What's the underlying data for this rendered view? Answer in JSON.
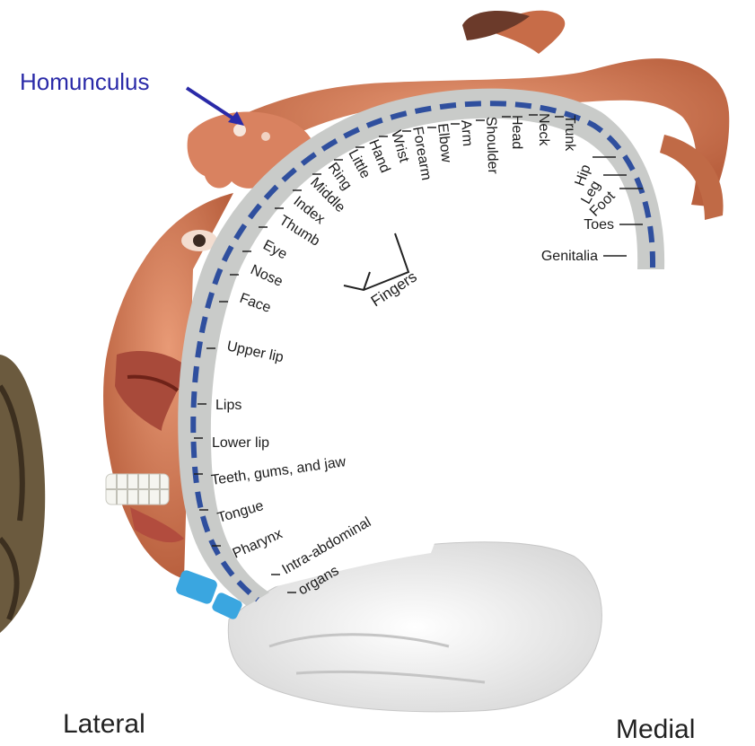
{
  "callout": "Homunculus",
  "orientation": {
    "left": "Lateral",
    "right": "Medial"
  },
  "group_label": "Fingers",
  "regions": [
    "Genitalia",
    "Toes",
    "Foot",
    "Leg",
    "Hip",
    "Trunk",
    "Neck",
    "Head",
    "Shoulder",
    "Arm",
    "Elbow",
    "Forearm",
    "Wrist",
    "Hand",
    "Little",
    "Ring",
    "Middle",
    "Index",
    "Thumb",
    "Eye",
    "Nose",
    "Face",
    "Upper lip",
    "Lips",
    "Lower lip",
    "Teeth, gums, and jaw",
    "Tongue",
    "Pharynx",
    "Intra-abdominal",
    "organs"
  ],
  "colors": {
    "skin": "#d9825e",
    "skin_dark": "#b8603e",
    "cortex": "#c9cbc9",
    "dash": "#2f4f9e",
    "brain_white": "#f2f2f2",
    "callout": "#2a2aa8",
    "blue_patch": "#3aa6e0"
  }
}
